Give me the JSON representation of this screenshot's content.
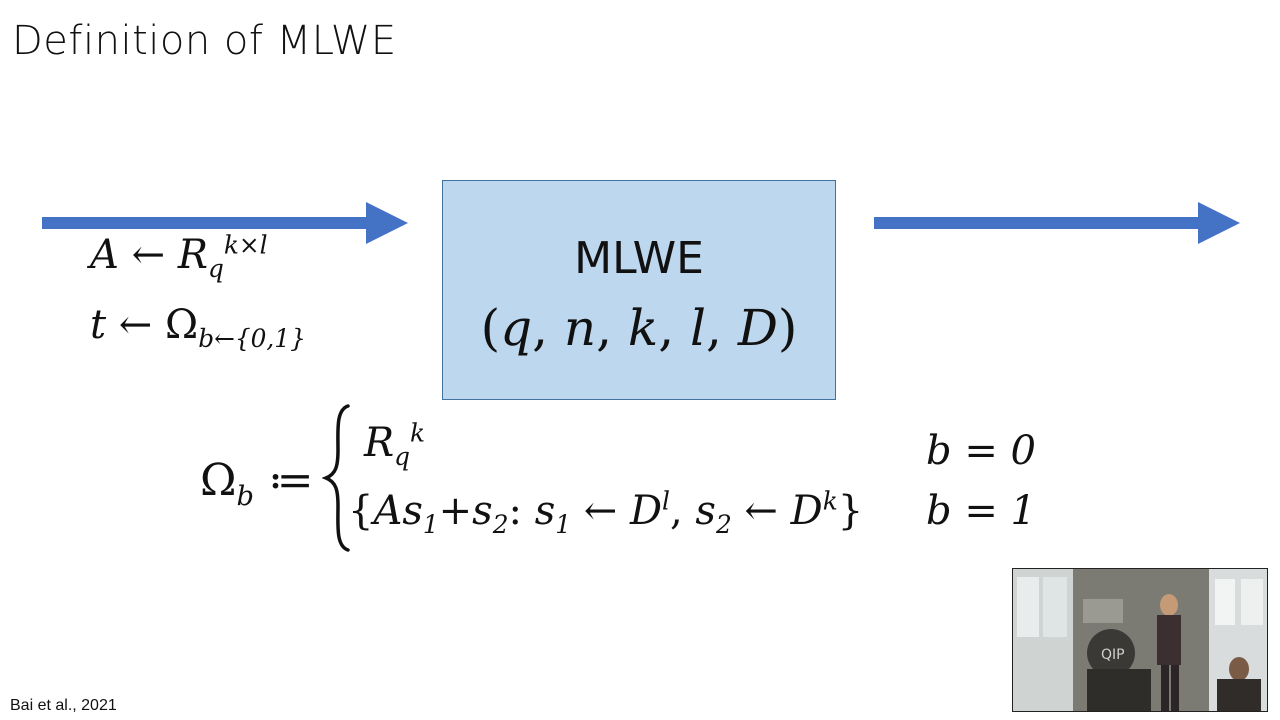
{
  "slide": {
    "title": "Definition of MLWE",
    "citation": "Bai et al., 2021"
  },
  "box": {
    "name": "MLWE",
    "params": [
      "q",
      "n",
      "k",
      "l",
      "D"
    ]
  },
  "inputs": {
    "a_var": "A",
    "a_arrow": " ← ",
    "a_ring": "R",
    "a_sub": "q",
    "a_sup": "k×l",
    "t_var": "t",
    "t_arrow": " ← ",
    "t_omega": "Ω",
    "t_sub": "b←{0,1}"
  },
  "definition": {
    "lhs": "Ω",
    "lhs_sub": "b",
    "assign": " ≔ ",
    "case1_ring": "R",
    "case1_sub": "q",
    "case1_sup": "k",
    "case2": {
      "open": "{",
      "a": "As",
      "s1_sub": "1",
      "plus": "+",
      "s": "s",
      "s2_sub": "2",
      "colon": ": ",
      "s1": "s",
      "s1b_sub": "1",
      "arrow1": " ← ",
      "d1": "D",
      "d1_sup": "l",
      "comma": ", ",
      "s2": "s",
      "s2b_sub": "2",
      "arrow2": " ← ",
      "d2": "D",
      "d2_sup": "k",
      "close": "}"
    },
    "cond1": "b = 0",
    "cond2": "b = 1"
  },
  "colors": {
    "arrow": "#4472c4",
    "box_fill": "#bdd7ee",
    "box_border": "#41719c"
  }
}
